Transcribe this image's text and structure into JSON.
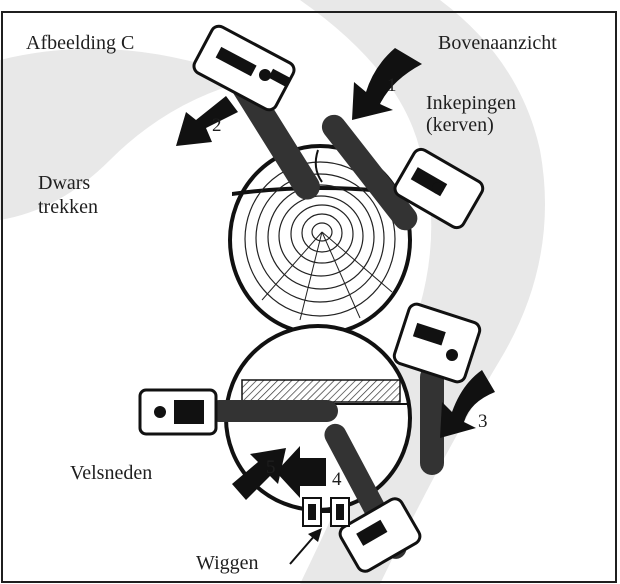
{
  "figure": {
    "caption": "Afbeelding C",
    "view": "Bovenaanzicht",
    "notches_label": [
      "Inkepingen",
      "(kerven)"
    ],
    "pull_label": [
      "Dwars",
      "trekken"
    ],
    "felling_cuts_label": "Velsneden",
    "wedges_label": "Wiggen",
    "step_numbers": [
      "1",
      "2",
      "3",
      "4",
      "5"
    ]
  },
  "icons": {
    "chainsaw": "chainsaw-icon",
    "arrow": "arrow-icon",
    "log": "log-cross-section-icon",
    "wedge": "wedge-icon"
  },
  "colors": {
    "ink": "#1f1f1f",
    "watermark": "#e6e6e6",
    "background": "#ffffff"
  }
}
